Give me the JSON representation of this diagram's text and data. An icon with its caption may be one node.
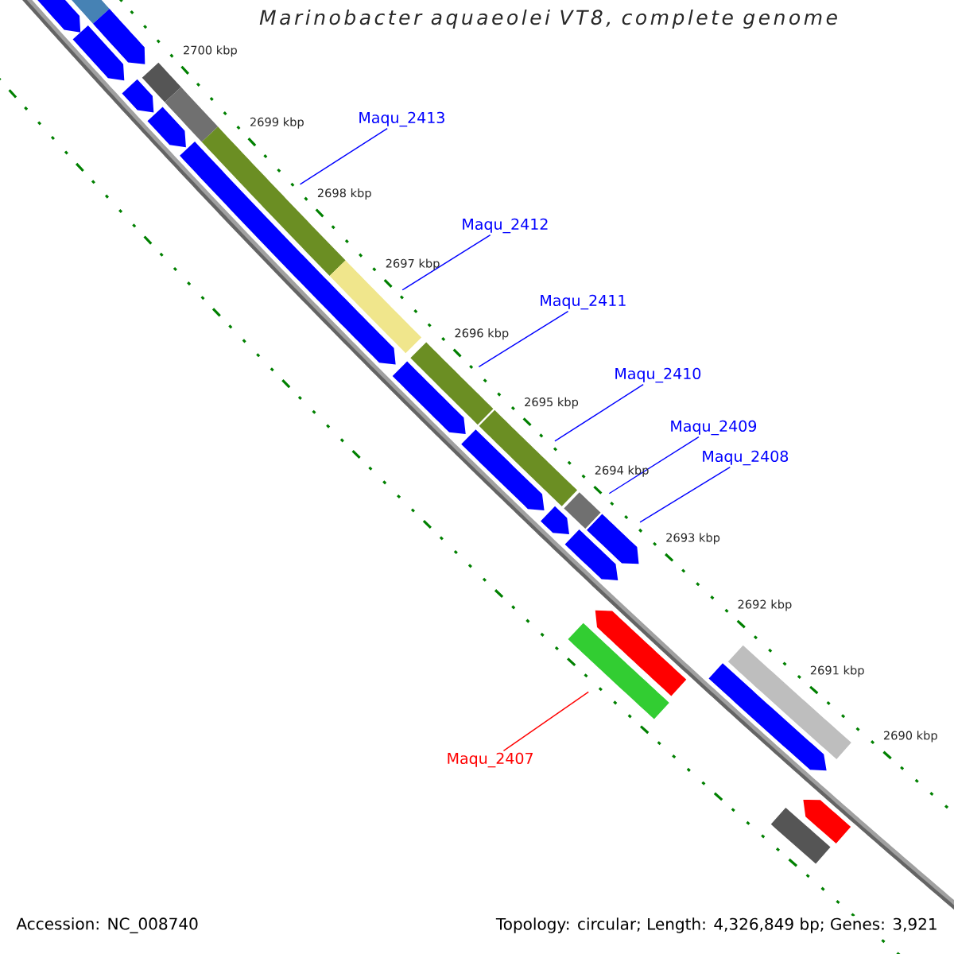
{
  "diagram": {
    "title": "Marinobacter aquaeolei VT8, complete genome",
    "nodes": [
      {
        "text": [
          "Maqu_2413"
        ]
      },
      {
        "text": [
          "Maqu_2412"
        ]
      },
      {
        "text": [
          "Maqu_2411"
        ]
      },
      {
        "text": [
          "Maqu_2410"
        ]
      },
      {
        "text": [
          "Maqu_2409"
        ]
      },
      {
        "text": [
          "Maqu_2408"
        ]
      },
      {
        "text": [
          "Maqu_2407"
        ]
      },
      {
        "text": [],
        "shape": "pentagon"
      },
      {
        "text": [],
        "shape": "bar"
      },
      {
        "text": [],
        "shape": "pentagon"
      },
      {
        "text": [],
        "shape": "pentagon"
      },
      {
        "text": [],
        "shape": "pentagon"
      },
      {
        "text": [],
        "shape": "bar"
      },
      {
        "text": [],
        "shape": "bar"
      },
      {
        "text": [],
        "shape": "pentagon"
      },
      {
        "text": [],
        "shape": "pentagon"
      },
      {
        "text": [],
        "shape": "bar"
      },
      {
        "text": [],
        "shape": "bar"
      },
      {
        "text": [],
        "shape": "pentagon"
      },
      {
        "text": [],
        "shape": "bar"
      },
      {
        "text": [],
        "shape": "pentagon"
      },
      {
        "text": [],
        "shape": "bar"
      },
      {
        "text": [],
        "shape": "pentagon"
      },
      {
        "text": [],
        "shape": "bar"
      },
      {
        "text": [],
        "shape": "pentagon"
      },
      {
        "text": [],
        "shape": "pentagon"
      },
      {
        "text": [],
        "shape": "pentagon"
      },
      {
        "text": [],
        "shape": "bar"
      },
      {
        "text": [],
        "shape": "pentagon"
      },
      {
        "text": [],
        "shape": "bar"
      },
      {
        "text": [],
        "shape": "bar"
      },
      {
        "text": [],
        "shape": "pentagon"
      }
    ],
    "edges": [
      {
        "from": 0,
        "to": 16,
        "arrow": "none"
      },
      {
        "from": 1,
        "to": 17,
        "arrow": "none"
      },
      {
        "from": 2,
        "to": 19,
        "arrow": "none"
      },
      {
        "from": 3,
        "to": 21,
        "arrow": "none"
      },
      {
        "from": 4,
        "to": 23,
        "arrow": "none"
      },
      {
        "from": 5,
        "to": 25,
        "arrow": "none"
      },
      {
        "from": 6,
        "to": 27,
        "arrow": "none",
        "color": "#ff0000"
      }
    ],
    "labels": [
      "2700 kbp",
      "2699 kbp",
      "2698 kbp",
      "2697 kbp",
      "2696 kbp",
      "2695 kbp",
      "2694 kbp",
      "2693 kbp",
      "2692 kbp",
      "2691 kbp",
      "2690 kbp",
      "Accession: NC_008740",
      "Topology: circular; Length: 4,326,849 bp; Genes: 3,921"
    ]
  }
}
